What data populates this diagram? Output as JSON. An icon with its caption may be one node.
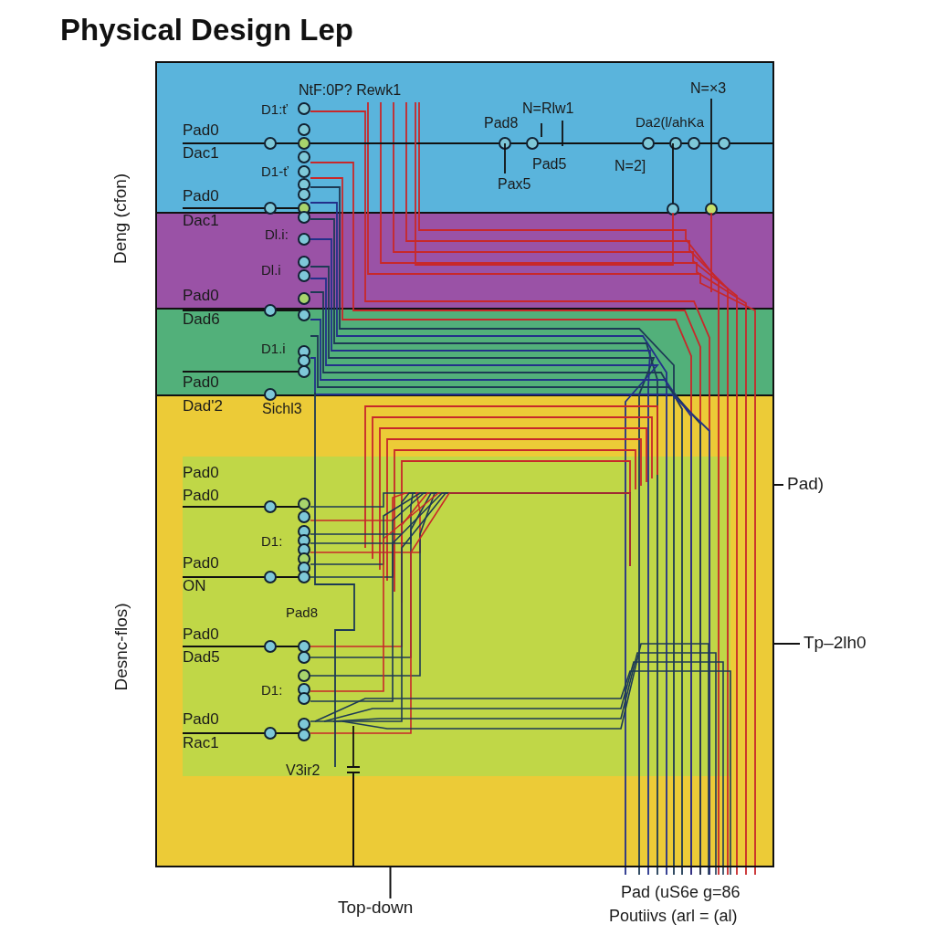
{
  "diagram": {
    "title": "Physical Design Lep",
    "nodes": [
      {
        "text": [],
        "shape": "box"
      },
      {
        "text": [
          "Pad)"
        ]
      },
      {
        "text": [
          "Tp–2lh0"
        ]
      },
      {
        "text": [
          "Top-down"
        ]
      }
    ],
    "edges": [
      {
        "from": 1,
        "to": 0,
        "arrow": "none"
      },
      {
        "from": 2,
        "to": 0,
        "arrow": "none"
      },
      {
        "from": 3,
        "to": 0,
        "arrow": "none"
      }
    ],
    "labels": [
      "Deng (cfon)",
      "NtF:0P? Rewk1",
      "N=×3",
      "D1:ť",
      "Pad0",
      "Dac1",
      "Pad8",
      "N=Rlw1",
      "Da2(l/ahKa",
      "D1-ť",
      "Pad5",
      "N=2]",
      "Pax5",
      "Pad0",
      "Dac1",
      "Dl.i:",
      "Dl.i",
      "Pad0",
      "Dad6",
      "D1.i",
      "Pad0",
      "Dad'2",
      "Sichl3",
      "Pad0",
      "Pad0",
      "D1:",
      "Desnc-flos)",
      "Pad0",
      "ON",
      "Pad8",
      "Pad0",
      "Dad5",
      "D1:",
      "Pad0",
      "Rac1",
      "V3ir2",
      "Pad (uS6e g=86",
      "Poutiivs (arl = (al)"
    ]
  }
}
